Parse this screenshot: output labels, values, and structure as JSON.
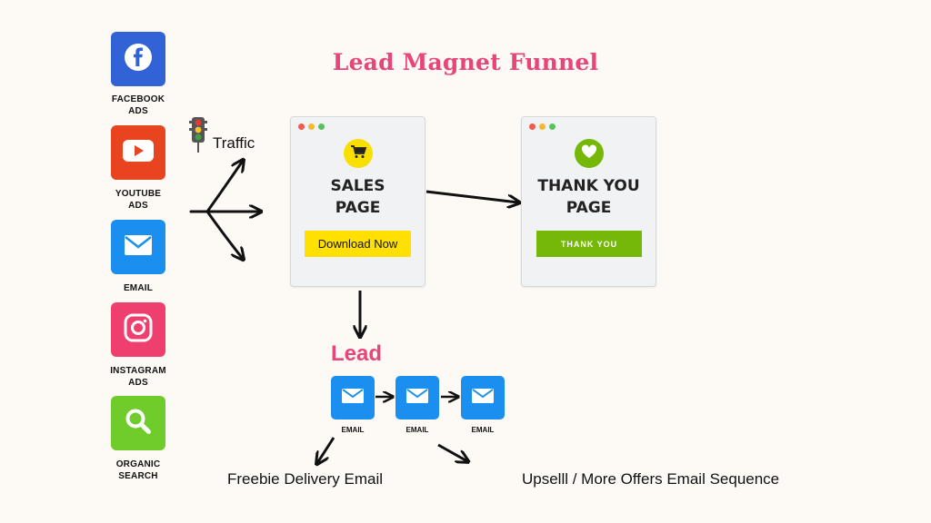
{
  "title": "Lead Magnet Funnel",
  "colors": {
    "title": "#e8457a",
    "lead": "#e8457a",
    "facebook": "#3263d6",
    "youtube": "#e8441f",
    "email": "#1a8ff0",
    "instagram": "#ee3f6e",
    "search": "#6fcc2b",
    "sales_button": "#ffe000",
    "thankyou_button": "#76b808",
    "cart_badge": "#f8df00",
    "heart_badge": "#76b808"
  },
  "sources": [
    {
      "label_line1": "FACEBOOK",
      "label_line2": "ADS",
      "icon": "facebook-icon"
    },
    {
      "label_line1": "YOUTUBE",
      "label_line2": "ADS",
      "icon": "youtube-icon"
    },
    {
      "label_line1": "EMAIL",
      "label_line2": "",
      "icon": "email-icon"
    },
    {
      "label_line1": "INSTAGRAM",
      "label_line2": "ADS",
      "icon": "instagram-icon"
    },
    {
      "label_line1": "ORGANIC",
      "label_line2": "SEARCH",
      "icon": "search-icon"
    }
  ],
  "traffic": {
    "label": "Traffic",
    "icon": "traffic-light-icon"
  },
  "sales_page": {
    "title_line1": "SALES",
    "title_line2": "PAGE",
    "button": "Download Now",
    "icon": "cart-icon"
  },
  "thankyou_page": {
    "title_line1": "THANK YOU",
    "title_line2": "PAGE",
    "button": "THANK YOU",
    "icon": "heart-icon"
  },
  "lead": {
    "label": "Lead"
  },
  "emails": [
    {
      "label": "EMAIL"
    },
    {
      "label": "EMAIL"
    },
    {
      "label": "EMAIL"
    }
  ],
  "outcomes": {
    "freebie": "Freebie Delivery Email",
    "upsell": "Upselll / More Offers Email Sequence"
  }
}
